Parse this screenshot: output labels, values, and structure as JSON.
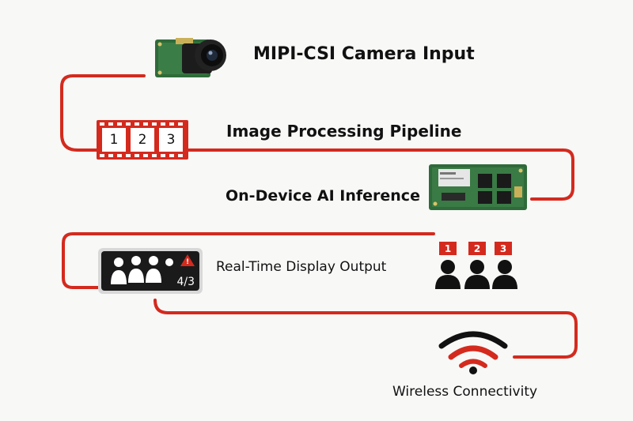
{
  "steps": [
    {
      "label": "MIPI-CSI Camera Input",
      "icon": "camera-module-icon"
    },
    {
      "label": "Image Processing Pipeline",
      "icon": "film-strip-icon"
    },
    {
      "label": "On-Device AI Inference",
      "icon": "circuit-board-icon"
    },
    {
      "label": "Real-Time Display Output",
      "icon": "display-monitor-icon"
    },
    {
      "label": "Wireless Connectivity",
      "icon": "wifi-icon"
    }
  ],
  "film_frames": [
    "1",
    "2",
    "3"
  ],
  "display": {
    "ratio": "4/3",
    "alert_symbol": "!"
  },
  "person_badges": [
    "1",
    "2",
    "3"
  ],
  "colors": {
    "accent": "#d42a1e",
    "board_green": "#2f6b3a",
    "dark": "#111111"
  }
}
